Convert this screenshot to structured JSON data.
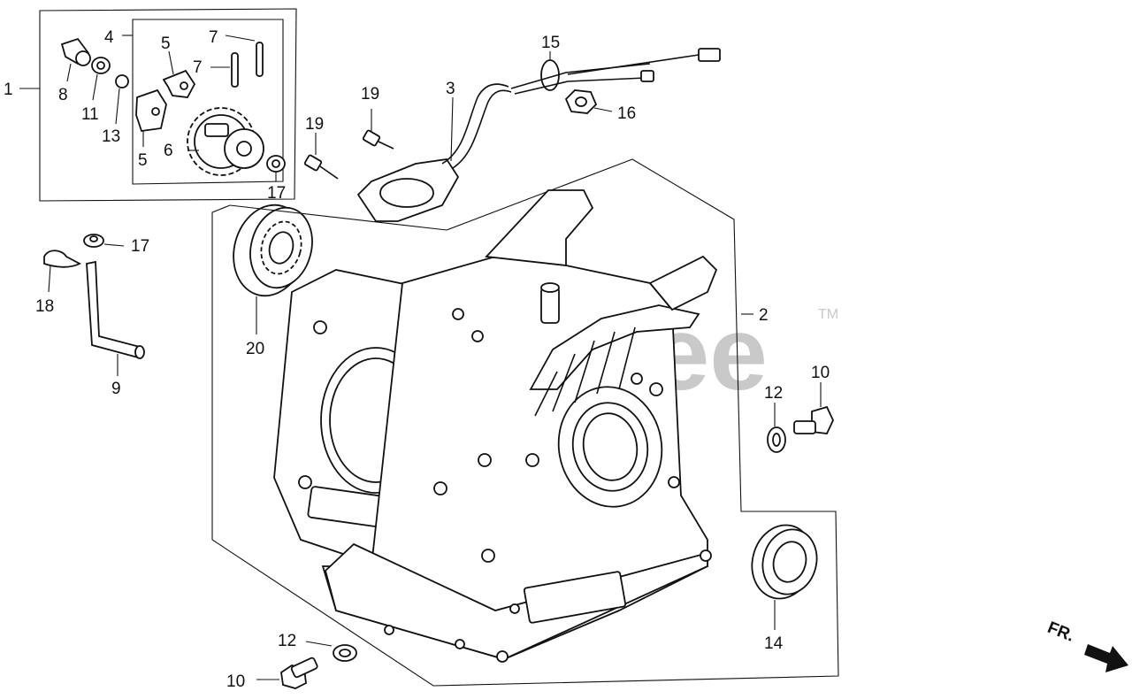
{
  "watermark": {
    "text": "PartsTree",
    "trademark": "TM"
  },
  "direction_label": "FR.",
  "callouts": {
    "c1": "1",
    "c2": "2",
    "c3": "3",
    "c4": "4",
    "c5a": "5",
    "c5b": "5",
    "c6": "6",
    "c7a": "7",
    "c7b": "7",
    "c8": "8",
    "c9": "9",
    "c10a": "10",
    "c10b": "10",
    "c11": "11",
    "c12a": "12",
    "c12b": "12",
    "c13": "13",
    "c14": "14",
    "c15": "15",
    "c16": "16",
    "c17a": "17",
    "c17b": "17",
    "c18": "18",
    "c19a": "19",
    "c19b": "19",
    "c20": "20"
  }
}
